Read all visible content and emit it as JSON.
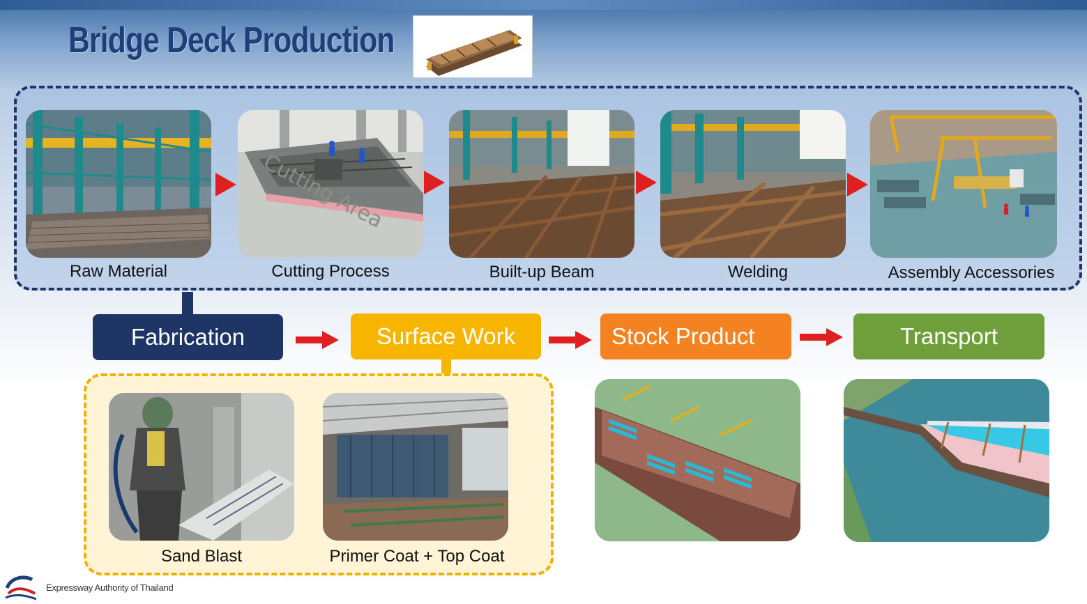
{
  "title": "Bridge Deck Production",
  "fabrication_steps": [
    {
      "label": "Raw Material",
      "image": "steel-plates-warehouse"
    },
    {
      "label": "Cutting Process",
      "image": "cutting-area-render"
    },
    {
      "label": "Built-up Beam",
      "image": "steel-beam-frames"
    },
    {
      "label": "Welding",
      "image": "welded-deck-frames"
    },
    {
      "label": "Assembly Accessories",
      "image": "gantry-crane-render"
    }
  ],
  "stages": [
    {
      "label": "Fabrication",
      "color": "#1f3566"
    },
    {
      "label": "Surface Work",
      "color": "#f7b500"
    },
    {
      "label": "Stock Product",
      "color": "#f58220"
    },
    {
      "label": "Transport",
      "color": "#6e9f3b"
    }
  ],
  "surface_steps": [
    {
      "label": "Sand Blast",
      "image": "sand-blasting-worker"
    },
    {
      "label": "Primer Coat + Top Coat",
      "image": "painting-booth"
    }
  ],
  "stock_image": "stockyard-render",
  "transport_image": "barge-transport-render",
  "footer": {
    "organization": "Expressway Authority of Thailand",
    "logo": "exat-logo-icon"
  },
  "colors": {
    "arrow": "#e02020",
    "fab_border": "#1f3566",
    "surface_border": "#f0b000"
  }
}
